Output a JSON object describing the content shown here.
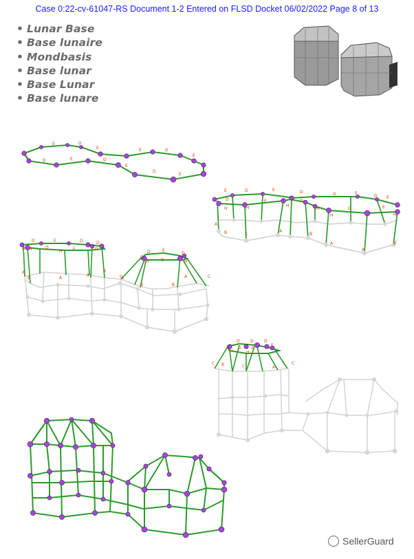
{
  "header": {
    "text": "Case 0:22-cv-61047-RS   Document 1-2   Entered on FLSD Docket 06/02/2022   Page 8 of 13"
  },
  "product_names": [
    "Lunar Base",
    "Base lunaire",
    "Mondbasis",
    "Base lunar",
    "Base Lunar",
    "Base lunare"
  ],
  "bullet": "•",
  "watermark": "SellerGuard",
  "colors": {
    "header_text": "#1a1aff",
    "names_text": "#6a6a6a",
    "node": "#a347d4",
    "strut": "#2a9a2a",
    "ghost": "#d6d6d6",
    "label": "#e03c00"
  },
  "labels": {
    "D": "D",
    "E": "E",
    "F": "F",
    "H": "H",
    "A": "A",
    "B": "B",
    "C": "C",
    "G": "G"
  }
}
